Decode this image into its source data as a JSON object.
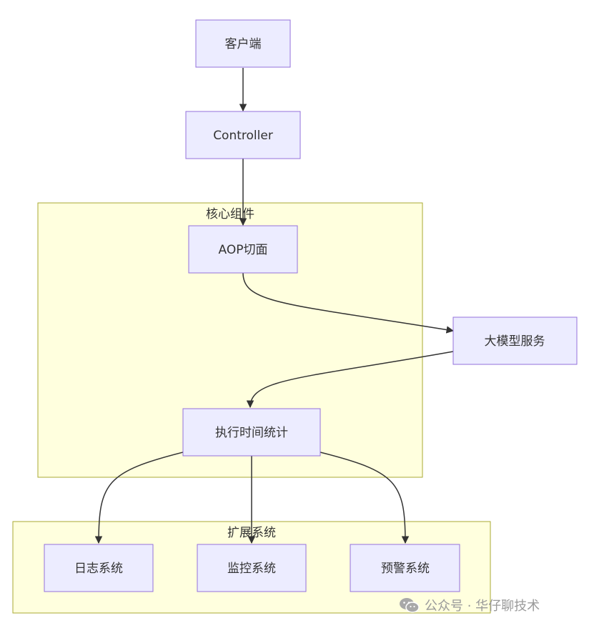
{
  "clusters": {
    "core": "核心组件",
    "ext": "扩展系统"
  },
  "nodes": {
    "client": "客户端",
    "controller": "Controller",
    "aop": "AOP切面",
    "llm": "大模型服务",
    "timing": "执行时间统计",
    "log": "日志系统",
    "monitor": "监控系统",
    "alert": "预警系统"
  },
  "watermark": {
    "icon": "wechat-icon",
    "text": "公众号 · 华仔聊技术"
  },
  "colors": {
    "node_fill": "#ECECFF",
    "node_stroke": "#9370DB",
    "cluster_fill": "#FFFFDE",
    "cluster_stroke": "#AAAA33",
    "edge": "#333333"
  }
}
